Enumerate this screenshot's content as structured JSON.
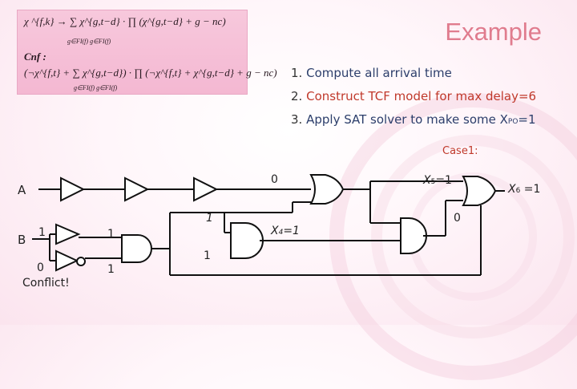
{
  "slide": {
    "title": "Example",
    "formula": {
      "line1": "χ ^{f,k} → ∑ χ^{g,t−d} · ∏ (χ^{g,t−d} + g − nc)",
      "line1_sub": "g∈FI(f)                g∈FI(f)",
      "cnf_label": "Cnf :",
      "line2": "(¬χ^{f,t} + ∑ χ^{g,t−d}) · ∏ (¬χ^{f,t} + χ^{g,t−d} + g − nc)",
      "line2_sub": "g∈FI(f)                g∈FI(f)"
    },
    "steps": [
      {
        "number": "1. ",
        "text": "Compute all arrival time"
      },
      {
        "number": "2. ",
        "text": "Construct TCF model for max delay=6"
      },
      {
        "number": "3. ",
        "text": "Apply SAT solver to make some X",
        "sub": "PO",
        "suffix": "=1"
      }
    ],
    "case_label": "Case1:"
  },
  "circuit": {
    "input_a": "A",
    "input_b": "B",
    "b_upper_value": "1",
    "b_lower_value": "0",
    "conflict": "Conflict!",
    "and1_in_top": "1",
    "and1_in_bottom": "1",
    "mid_wire_value": "1",
    "mid_wire_lower_value": "1",
    "or1_top_value": "0",
    "x4_label": "X",
    "x4_sub": "4",
    "x4_value": "=1",
    "x5_label": "X",
    "x5_sub": "5",
    "x5_value": "=1",
    "x6_label": "X",
    "x6_sub": "6",
    "x6_value": " =1",
    "or2_bottom_value": "0"
  },
  "colors": {
    "title": "#e07c8e",
    "formula_bg": "#f5bfd7",
    "background_edge": "#fbe4ee"
  }
}
